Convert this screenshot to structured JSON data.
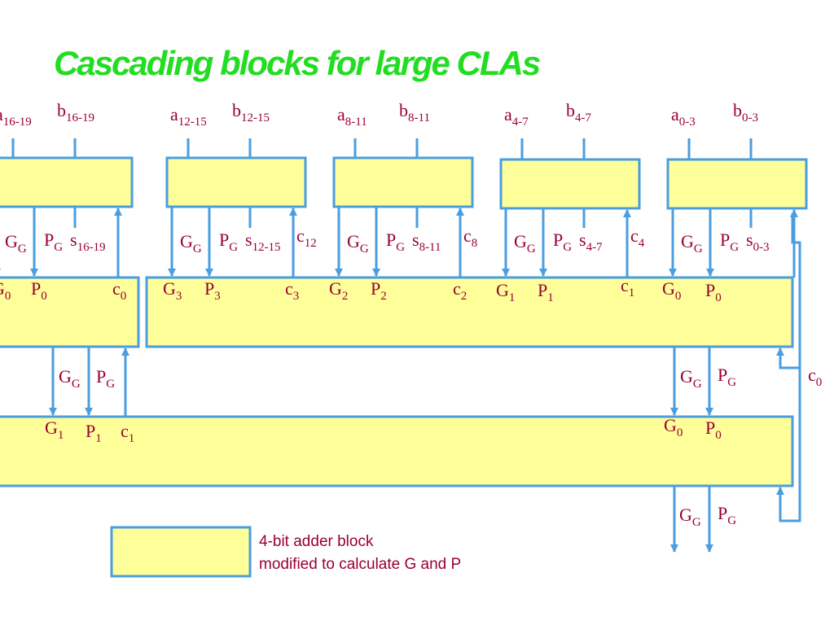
{
  "title": "Cascading blocks for large CLAs",
  "colors": {
    "title": "#22dd22",
    "block_fill": "#ffff99",
    "wire": "#4a9ee0",
    "label": "#990033",
    "legend_text": "#990033"
  },
  "adders": [
    {
      "a": "a",
      "a_sub": "16-19",
      "b": "b",
      "b_sub": "16-19",
      "gg": "G",
      "gg_sub": "G",
      "pg": "P",
      "pg_sub": "G",
      "s": "s",
      "s_sub": "16-19",
      "cin": "",
      "cin_sub": ""
    },
    {
      "a": "a",
      "a_sub": "12-15",
      "b": "b",
      "b_sub": "12-15",
      "gg": "G",
      "gg_sub": "G",
      "pg": "P",
      "pg_sub": "G",
      "s": "s",
      "s_sub": "12-15",
      "cin": "c",
      "cin_sub": "12"
    },
    {
      "a": "a",
      "a_sub": "8-11",
      "b": "b",
      "b_sub": "8-11",
      "gg": "G",
      "gg_sub": "G",
      "pg": "P",
      "pg_sub": "G",
      "s": "s",
      "s_sub": "8-11",
      "cin": "c",
      "cin_sub": "8"
    },
    {
      "a": "a",
      "a_sub": "4-7",
      "b": "b",
      "b_sub": "4-7",
      "gg": "G",
      "gg_sub": "G",
      "pg": "P",
      "pg_sub": "G",
      "s": "s",
      "s_sub": "4-7",
      "cin": "c",
      "cin_sub": "4"
    },
    {
      "a": "a",
      "a_sub": "0-3",
      "b": "b",
      "b_sub": "0-3",
      "gg": "G",
      "gg_sub": "G",
      "pg": "P",
      "pg_sub": "G",
      "s": "s",
      "s_sub": "0-3",
      "cin": "",
      "cin_sub": ""
    }
  ],
  "level2_left": [
    {
      "t": "G",
      "sub": "0"
    },
    {
      "t": "P",
      "sub": "0"
    },
    {
      "t": "c",
      "sub": "0"
    }
  ],
  "level2_right": [
    {
      "t": "G",
      "sub": "3"
    },
    {
      "t": "P",
      "sub": "3"
    },
    {
      "t": "c",
      "sub": "3"
    },
    {
      "t": "G",
      "sub": "2"
    },
    {
      "t": "P",
      "sub": "2"
    },
    {
      "t": "c",
      "sub": "2"
    },
    {
      "t": "G",
      "sub": "1"
    },
    {
      "t": "P",
      "sub": "1"
    },
    {
      "t": "c",
      "sub": "1"
    },
    {
      "t": "G",
      "sub": "0"
    },
    {
      "t": "P",
      "sub": "0"
    }
  ],
  "between_left": [
    {
      "t": "G",
      "sub": "G"
    },
    {
      "t": "P",
      "sub": "G"
    }
  ],
  "between_right": [
    {
      "t": "G",
      "sub": "G"
    },
    {
      "t": "P",
      "sub": "G"
    }
  ],
  "carry_in": {
    "t": "c",
    "sub": "0"
  },
  "level3": [
    {
      "t": "G",
      "sub": "1"
    },
    {
      "t": "P",
      "sub": "1"
    },
    {
      "t": "c",
      "sub": "1"
    },
    {
      "t": "G",
      "sub": "0"
    },
    {
      "t": "P",
      "sub": "0"
    }
  ],
  "outputs": [
    {
      "t": "G",
      "sub": "G"
    },
    {
      "t": "P",
      "sub": "G"
    }
  ],
  "legend": {
    "line1": "4-bit adder block",
    "line2": "modified to calculate G and P"
  }
}
